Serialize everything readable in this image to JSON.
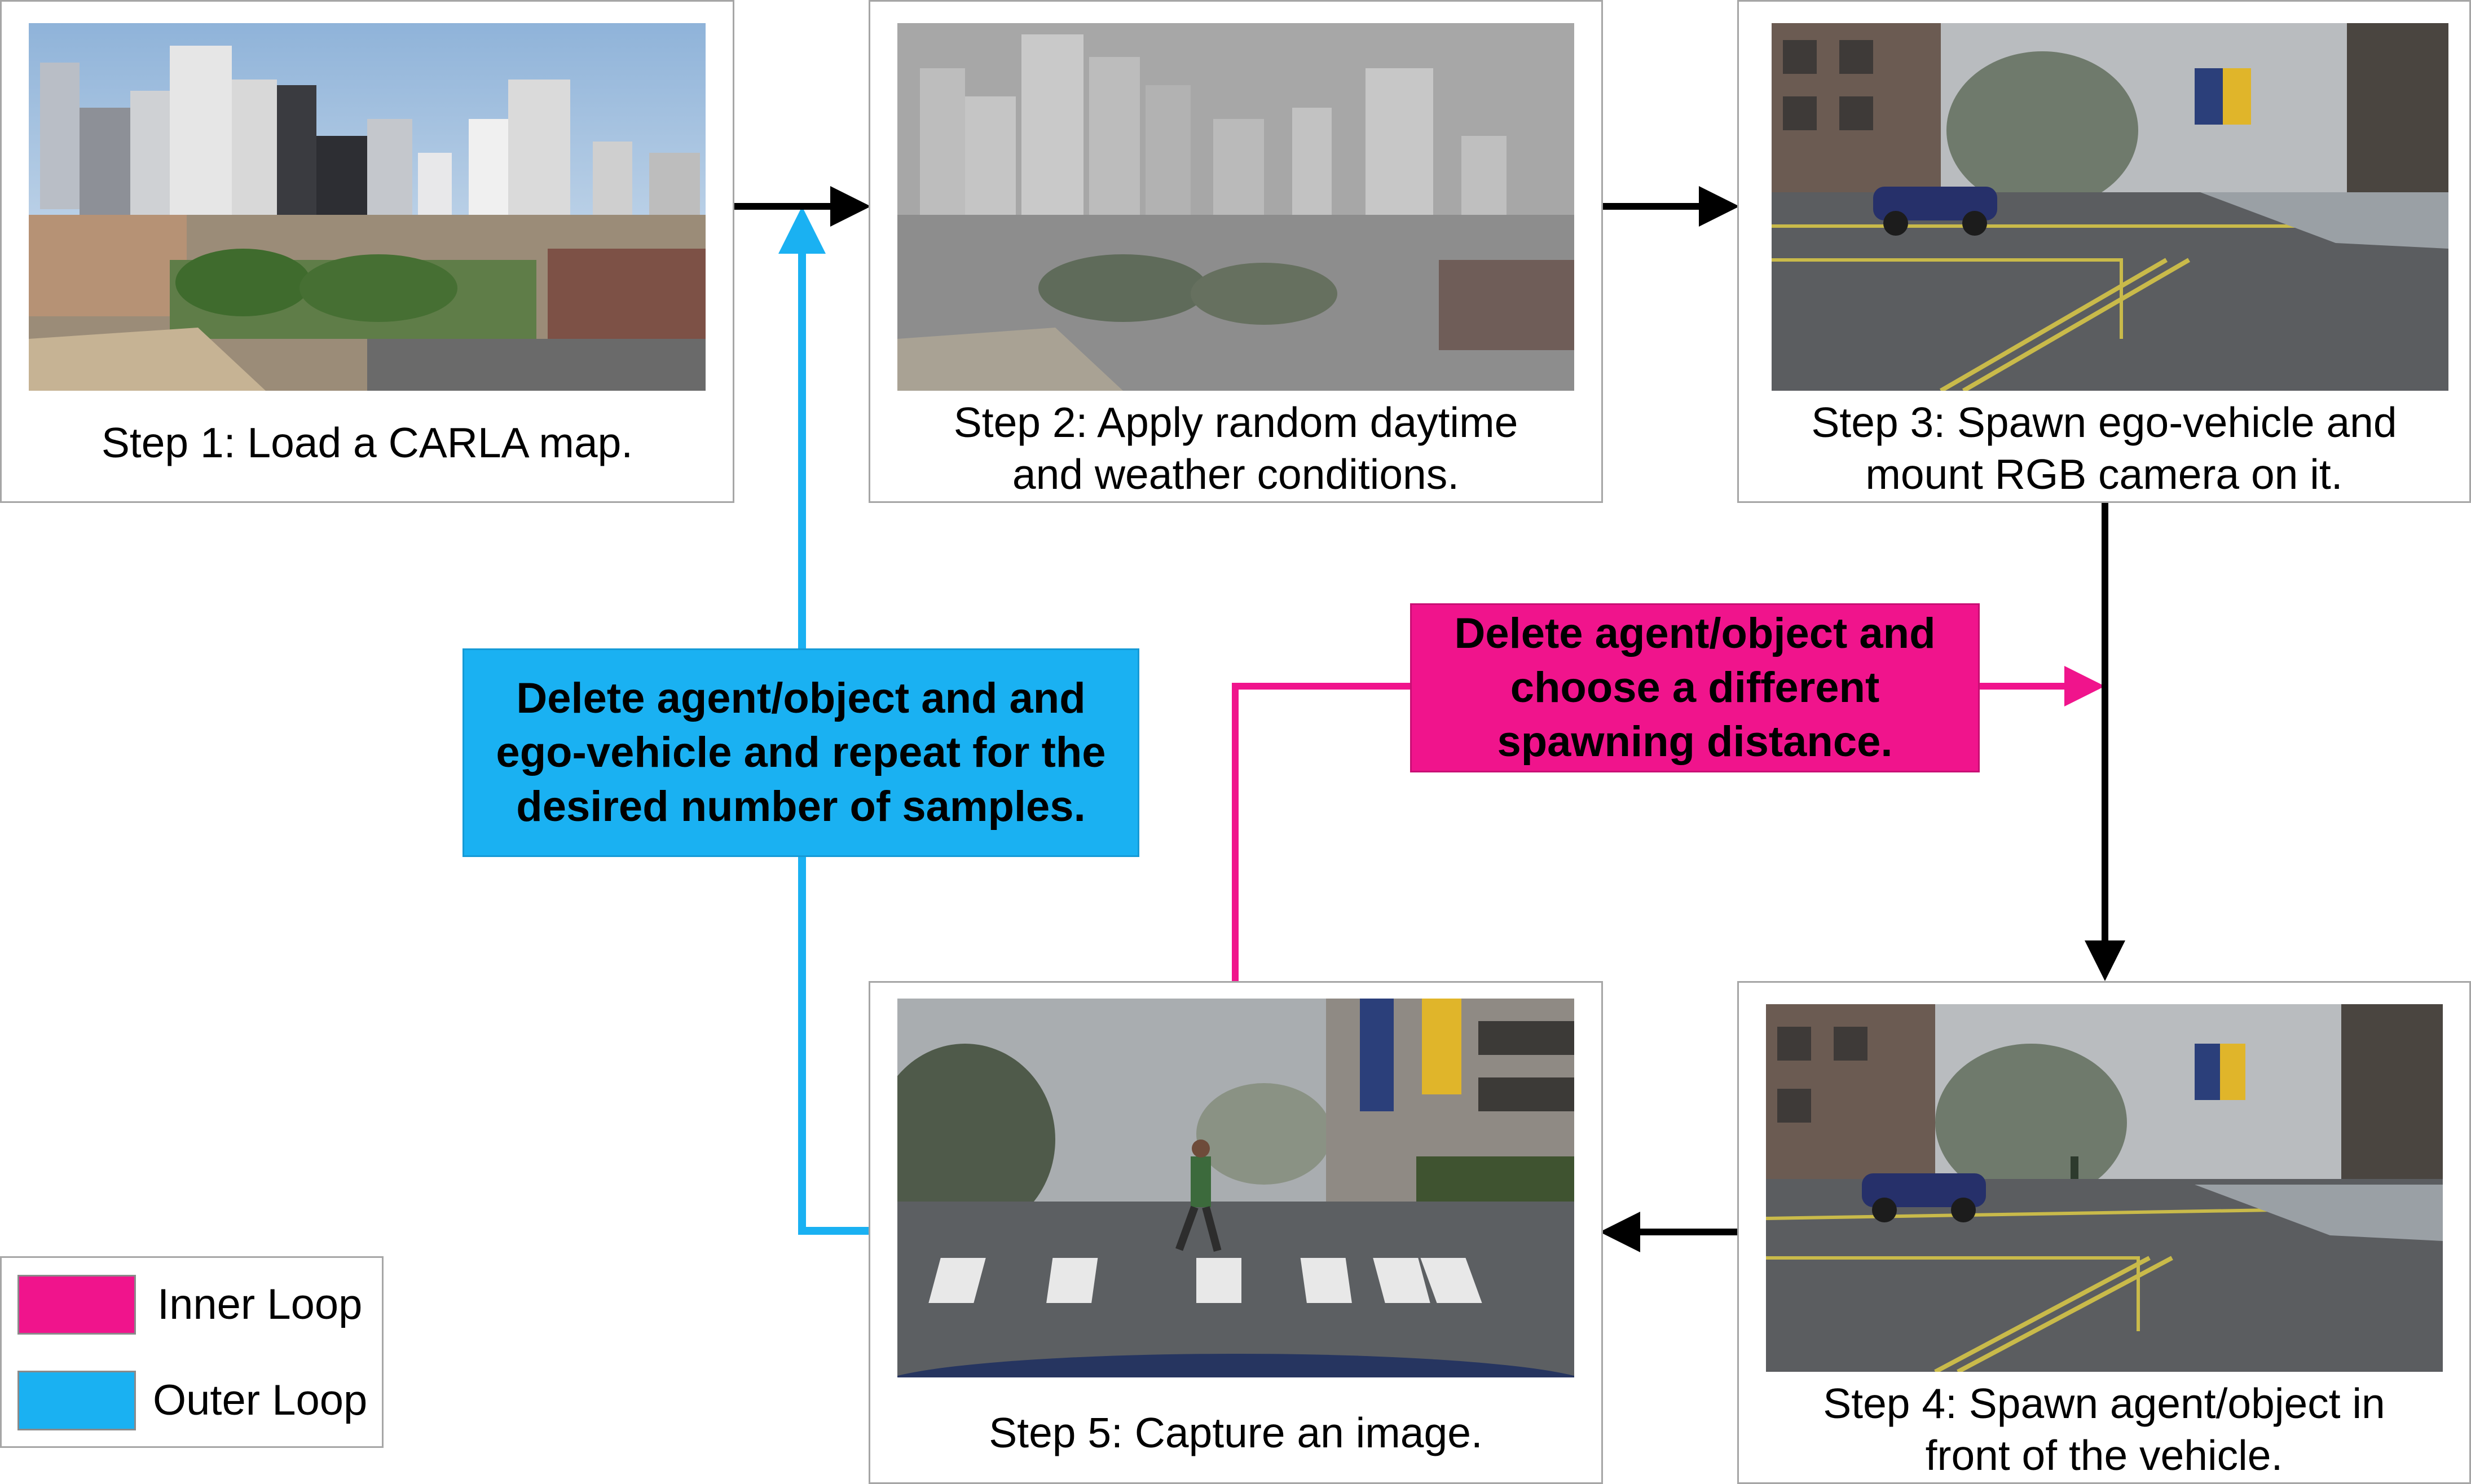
{
  "colors": {
    "inner_loop": "#f0148c",
    "outer_loop": "#1ab1f2",
    "arrow": "#000000",
    "box_border": "#a6a6a6"
  },
  "steps": [
    {
      "caption": "Step 1: Load a CARLA map.",
      "image": "city-skyline-render"
    },
    {
      "caption": "Step 2: Apply random daytime\nand weather conditions.",
      "image": "foggy-city-render"
    },
    {
      "caption": "Step 3: Spawn ego-vehicle and\nmount RGB camera on it.",
      "image": "rainy-intersection-car-render"
    },
    {
      "caption": "Step 4: Spawn agent/object in\nfront of the vehicle.",
      "image": "rainy-intersection-pedestrian-render"
    },
    {
      "caption": "Step 5: Capture an image.",
      "image": "crosswalk-pedestrian-render"
    }
  ],
  "loops": {
    "outer": "Delete agent/object and and\nego-vehicle and repeat for the\ndesired number of samples.",
    "inner": "Delete agent/object and\nchoose a different\nspawning distance."
  },
  "legend": {
    "inner": "Inner Loop",
    "outer": "Outer Loop"
  }
}
